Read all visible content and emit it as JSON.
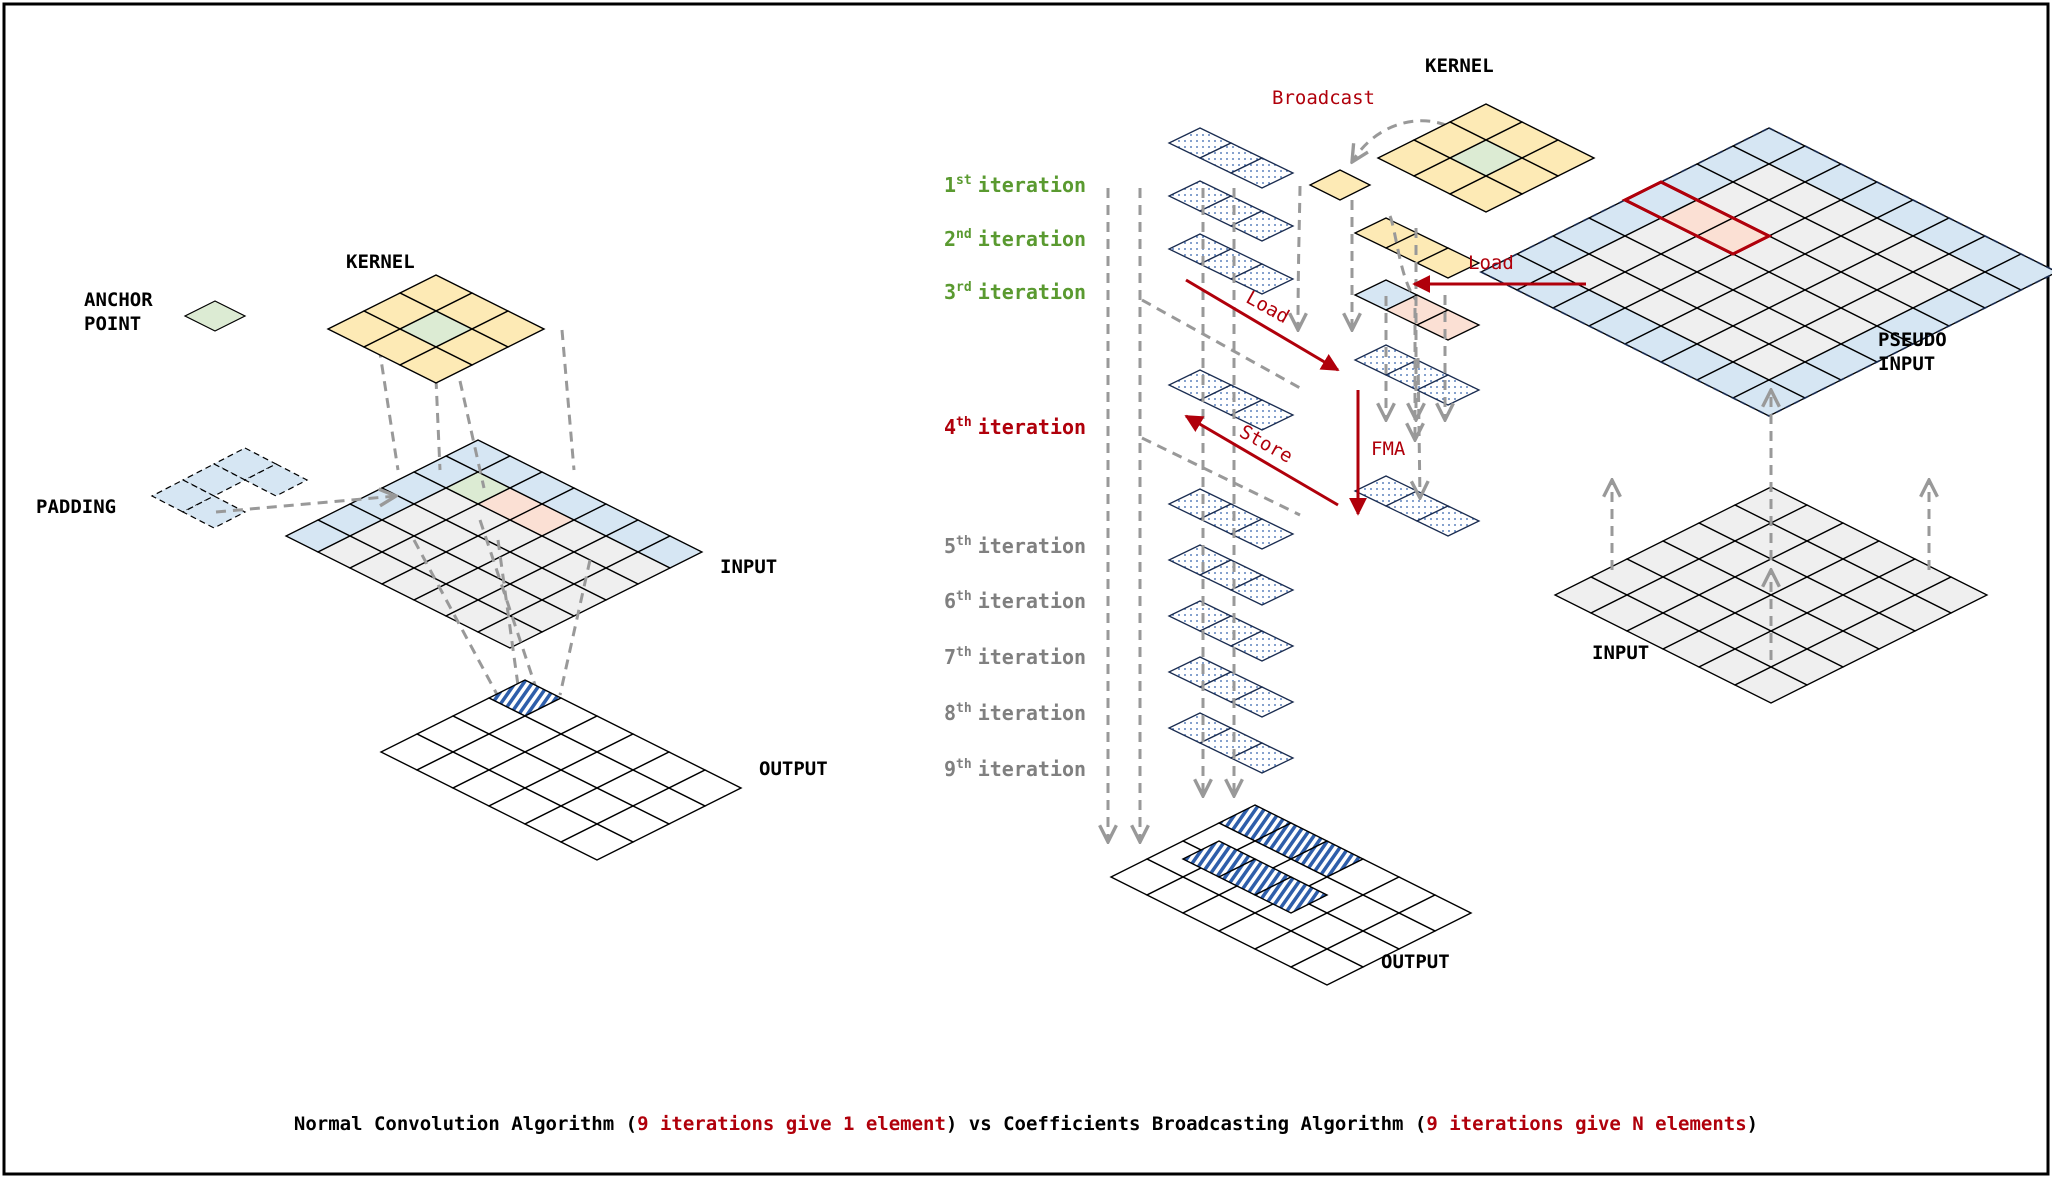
{
  "left": {
    "anchor_label_line1": "ANCHOR",
    "anchor_label_line2": "POINT",
    "kernel_label": "KERNEL",
    "padding_label": "PADDING",
    "input_label": "INPUT",
    "output_label": "OUTPUT"
  },
  "right": {
    "kernel_label": "KERNEL",
    "broadcast_label": "Broadcast",
    "load_label": "Load",
    "load_pseudo_label": "Load",
    "store_label": "Store",
    "fma_label": "FMA",
    "pseudo_input_line1": "PSEUDO",
    "pseudo_input_line2": "INPUT",
    "input_label": "INPUT",
    "output_label": "OUTPUT",
    "iterations": [
      {
        "num": "1",
        "sup": "st",
        "word": "iteration",
        "color": "#5a9a30"
      },
      {
        "num": "2",
        "sup": "nd",
        "word": "iteration",
        "color": "#5a9a30"
      },
      {
        "num": "3",
        "sup": "rd",
        "word": "iteration",
        "color": "#5a9a30"
      },
      {
        "num": "4",
        "sup": "th",
        "word": "iteration",
        "color": "#b0000b"
      },
      {
        "num": "5",
        "sup": "th",
        "word": "iteration",
        "color": "#808080"
      },
      {
        "num": "6",
        "sup": "th",
        "word": "iteration",
        "color": "#808080"
      },
      {
        "num": "7",
        "sup": "th",
        "word": "iteration",
        "color": "#808080"
      },
      {
        "num": "8",
        "sup": "th",
        "word": "iteration",
        "color": "#808080"
      },
      {
        "num": "9",
        "sup": "th",
        "word": "iteration",
        "color": "#808080"
      }
    ]
  },
  "caption": {
    "part1": "Normal Convolution Algorithm (",
    "part2": "9 iterations give 1 element",
    "part3": ") vs Coefficients Broadcasting Algorithm (",
    "part4": "9 iterations give N elements",
    "part5": ")"
  },
  "colors": {
    "kernel_fill": "#fdeab5",
    "anchor_fill": "#dcebd3",
    "padding_fill": "#d6e6f3",
    "input_fill": "#efefef",
    "highlight_fill": "#fbe0d4",
    "accent_red": "#b0000b",
    "output_stripe": "#2e5eaa",
    "frame": "#000000"
  }
}
